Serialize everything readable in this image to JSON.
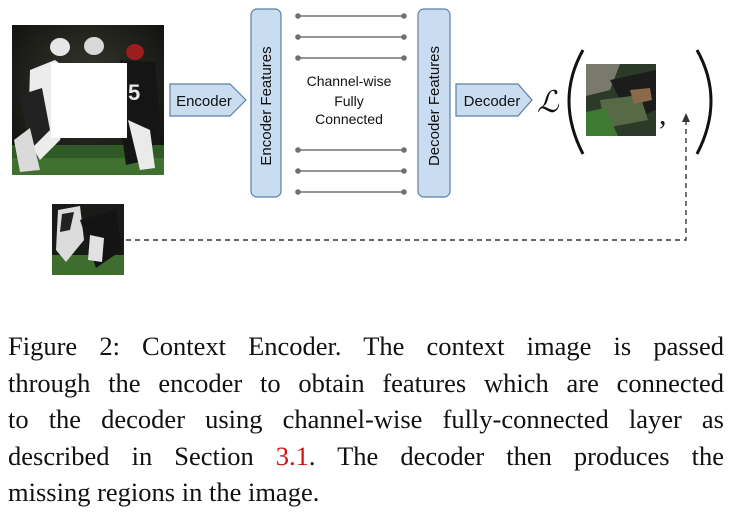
{
  "figure": {
    "encoder_label": "Encoder",
    "encoder_features_label": "Encoder Features",
    "channel_wise_lines": [
      "Channel-wise",
      "Fully",
      "Connected"
    ],
    "decoder_features_label": "Decoder Features",
    "decoder_label": "Decoder",
    "loss_symbol": "ℒ",
    "loss_comma": ",",
    "colors": {
      "box_fill": "#c9dcf0",
      "box_stroke": "#5b7fa6",
      "connector": "#707070"
    },
    "icons": {
      "input_image": "masked-football-photo",
      "prediction_image": "predicted-patch-photo",
      "ground_truth_image": "ground-truth-patch-photo"
    }
  },
  "caption": {
    "line1": "Figure 2:  Context Encoder.  The context image is passed",
    "line2": "through the encoder to obtain features which are connected",
    "line3": "to the decoder using channel-wise fully-connected layer as",
    "line4_before": "described in Section ",
    "line4_ref": "3.1",
    "line4_after": ".  The decoder then produces the",
    "line5": "missing regions in the image."
  }
}
